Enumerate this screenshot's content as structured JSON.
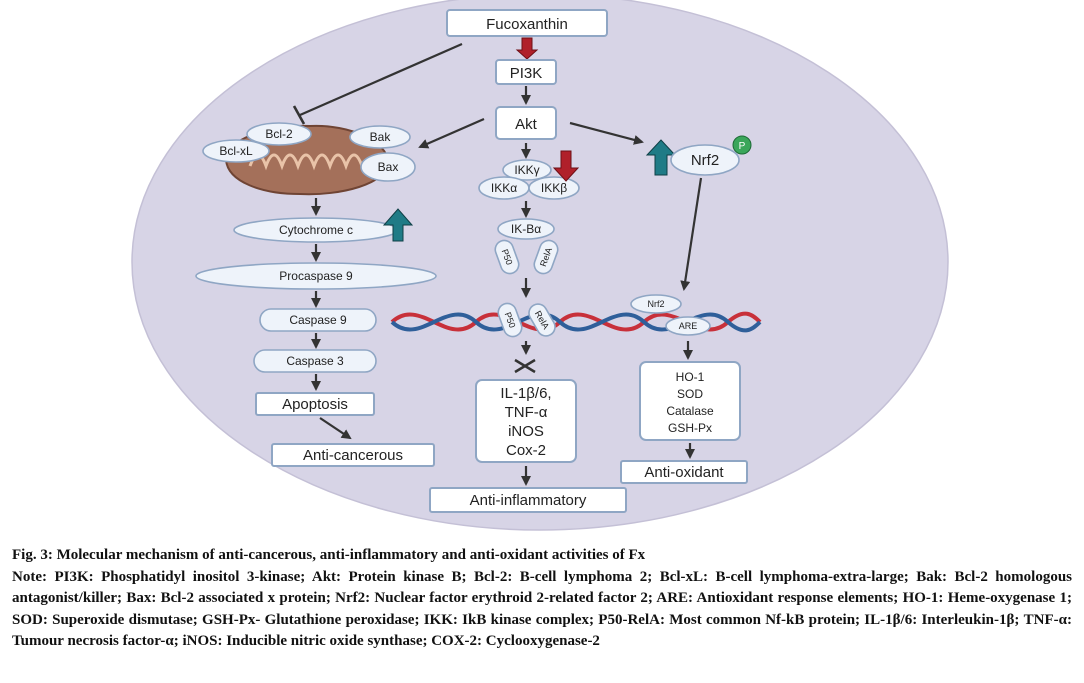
{
  "diagram": {
    "root": "Fucoxanthin",
    "pi3k": "PI3K",
    "akt": "Akt",
    "mito": {
      "bcl2": "Bcl-2",
      "bclxl": "Bcl-xL",
      "bak": "Bak",
      "bax": "Bax"
    },
    "apoptosis_path": [
      "Cytochrome c",
      "Procaspase 9",
      "Caspase 9",
      "Caspase 3",
      "Apoptosis"
    ],
    "anti_cancerous": "Anti-cancerous",
    "ikk": {
      "gamma": "IKKγ",
      "alpha": "IKKα",
      "beta": "IKKβ"
    },
    "ikba": "IK-Bα",
    "p50": "P50",
    "rela": "RelA",
    "inflam_targets": [
      "IL-1β/6,",
      "TNF-α",
      "iNOS",
      "Cox-2"
    ],
    "anti_inflammatory": "Anti-inflammatory",
    "nrf2": "Nrf2",
    "phospho": "P",
    "nrf2_small": "Nrf2",
    "are": "ARE",
    "oxid_targets": [
      "HO-1",
      "SOD",
      "Catalase",
      "GSH-Px"
    ],
    "anti_oxidant": "Anti-oxidant",
    "colors": {
      "cell": "#d7d4e6",
      "up_arrow": "#1f7b86",
      "down_arrow": "#b0202a",
      "mito": "#a4705a",
      "dna_red": "#c8303a",
      "dna_blue": "#2f5f9a"
    }
  },
  "caption": {
    "title": "Fig. 3: Molecular mechanism of anti-cancerous, anti-inflammatory and anti-oxidant activities of Fx",
    "note": "Note: PI3K: Phosphatidyl inositol 3-kinase; Akt: Protein kinase B; Bcl-2: B-cell lymphoma 2; Bcl-xL: B-cell lymphoma-extra-large; Bak: Bcl-2 homologous antagonist/killer; Bax: Bcl-2 associated x protein; Nrf2: Nuclear factor erythroid 2-related factor 2; ARE: Antioxidant response elements; HO-1: Heme-oxygenase 1; SOD: Superoxide dismutase; GSH-Px- Glutathione peroxidase; IKK: IkB kinase complex; P50-RelA: Most common Nf-kB protein; IL-1β/6: Interleukin-1β; TNF-α: Tumour necrosis factor-α; iNOS: Inducible nitric oxide synthase; COX-2: Cyclooxygenase-2"
  }
}
